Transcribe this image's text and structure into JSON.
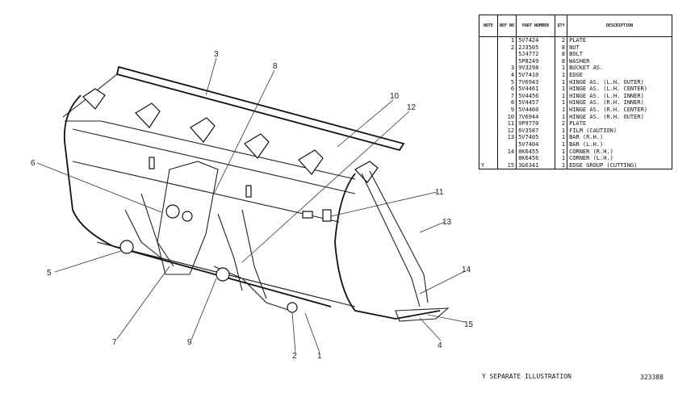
{
  "table": {
    "headers": {
      "note": "NOTE",
      "ref_no": "REF NO",
      "part_number": "PART NUMBER",
      "qty": "QTY",
      "description": "DESCRIPTION"
    },
    "rows": [
      {
        "note": "",
        "ref": "1",
        "part": "5V7424",
        "qty": "2",
        "desc": "PLATE"
      },
      {
        "note": "",
        "ref": "2",
        "part": "2J3505",
        "qty": "8",
        "desc": "NUT"
      },
      {
        "note": "",
        "ref": "",
        "part": "5J4772",
        "qty": "8",
        "desc": "BOLT"
      },
      {
        "note": "",
        "ref": "",
        "part": "5P8249",
        "qty": "8",
        "desc": "WASHER"
      },
      {
        "note": "",
        "ref": "3",
        "part": "9V3298",
        "qty": "1",
        "desc": "BUCKET AS."
      },
      {
        "note": "",
        "ref": "4",
        "part": "5V7410",
        "qty": "1",
        "desc": "  EDGE"
      },
      {
        "note": "",
        "ref": "5",
        "part": "7V6943",
        "qty": "1",
        "desc": "  HINGE AS. (L.H. OUTER)"
      },
      {
        "note": "",
        "ref": "6",
        "part": "5V4461",
        "qty": "1",
        "desc": "  HINGE AS. (L.H. CENTER)"
      },
      {
        "note": "",
        "ref": "7",
        "part": "5V4456",
        "qty": "1",
        "desc": "  HINGE AS. (L.H. INNER)"
      },
      {
        "note": "",
        "ref": "8",
        "part": "5V4457",
        "qty": "1",
        "desc": "  HINGE AS. (R.H. INNER)"
      },
      {
        "note": "",
        "ref": "9",
        "part": "5V4460",
        "qty": "1",
        "desc": "  HINGE AS. (R.H. CENTER)"
      },
      {
        "note": "",
        "ref": "10",
        "part": "7V6944",
        "qty": "1",
        "desc": "  HINGE AS. (R.H. OUTER)"
      },
      {
        "note": "",
        "ref": "11",
        "part": "9P9770",
        "qty": "2",
        "desc": "PLATE"
      },
      {
        "note": "",
        "ref": "12",
        "part": "6V3587",
        "qty": "1",
        "desc": "FILM (CAUTION)"
      },
      {
        "note": "",
        "ref": "13",
        "part": "5V7405",
        "qty": "1",
        "desc": "BAR (R.H.)"
      },
      {
        "note": "",
        "ref": "",
        "part": "5V7404",
        "qty": "1",
        "desc": "BAR (L.H.)"
      },
      {
        "note": "",
        "ref": "14",
        "part": "8K6455",
        "qty": "1",
        "desc": "CORNER (R.H.)"
      },
      {
        "note": "",
        "ref": "",
        "part": "8K6456",
        "qty": "1",
        "desc": "CORNER (L.H.)"
      },
      {
        "note": "Y",
        "ref": "15",
        "part": "3G6341",
        "qty": "1",
        "desc": "EDGE GROUP (CUTTING)"
      }
    ]
  },
  "callouts": {
    "c1": "1",
    "c2": "2",
    "c3": "3",
    "c4": "4",
    "c5": "5",
    "c6": "6",
    "c7": "7",
    "c8": "8",
    "c9": "9",
    "c10": "10",
    "c11": "11",
    "c12": "12",
    "c13": "13",
    "c14": "14",
    "c15": "15"
  },
  "footer": {
    "note": "Y  SEPARATE ILLUSTRATION",
    "drawing_id": "323388"
  }
}
